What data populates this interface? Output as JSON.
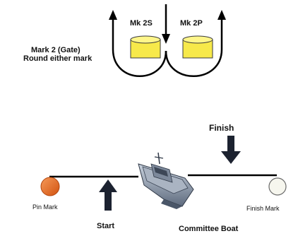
{
  "gate": {
    "title_line1": "Mark 2 (Gate)",
    "title_line2": "Round either mark",
    "mark_s_label": "Mk 2S",
    "mark_p_label": "Mk 2P",
    "mark_color": "#f7e94a"
  },
  "line": {
    "finish_label": "Finish",
    "start_label": "Start",
    "pin_mark_label": "Pin Mark",
    "finish_mark_label": "Finish Mark",
    "committee_boat_label": "Committee Boat",
    "pin_color": "#e8641c",
    "finish_mark_color": "#f6f6ee"
  }
}
